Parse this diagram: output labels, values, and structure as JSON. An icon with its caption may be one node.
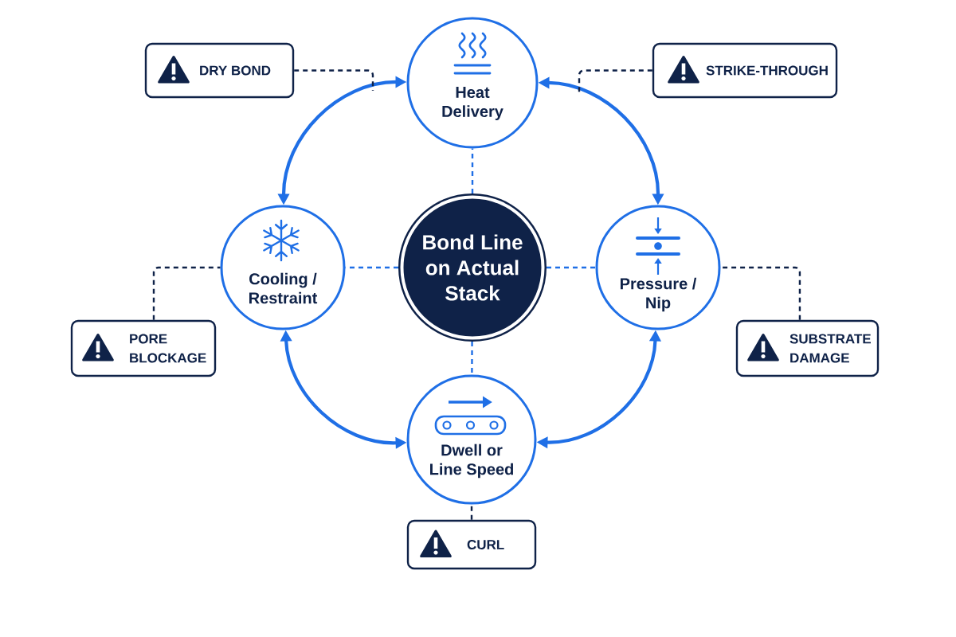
{
  "diagram": {
    "nodes": [
      {
        "text": [
          "DRY BOND"
        ]
      },
      {
        "text": [
          "Heat Delivery"
        ]
      },
      {
        "text": [
          "STRIKE-THROUGH"
        ]
      },
      {
        "text": [
          "Cooling / Restraint"
        ]
      },
      {
        "text": [
          "Bond Line on Actual Stack"
        ]
      },
      {
        "text": [
          "Pressure / Nip"
        ]
      },
      {
        "text": [
          "PORE BLOCKAGE"
        ]
      },
      {
        "text": [
          "SUBSTRATE DAMAGE"
        ]
      },
      {
        "text": [
          "Dwell or Line Speed"
        ]
      },
      {
        "text": [
          "CURL"
        ]
      }
    ],
    "edges": [
      {
        "from": 3,
        "to": 1,
        "arrow": "both"
      },
      {
        "from": 1,
        "to": 5,
        "arrow": "both"
      },
      {
        "from": 5,
        "to": 8,
        "arrow": "both"
      },
      {
        "from": 8,
        "to": 3,
        "arrow": "both"
      },
      {
        "from": 4,
        "to": 1,
        "arrow": "none",
        "style": "dashed"
      },
      {
        "from": 4,
        "to": 3,
        "arrow": "none",
        "style": "dashed"
      },
      {
        "from": 4,
        "to": 5,
        "arrow": "none",
        "style": "dashed"
      },
      {
        "from": 4,
        "to": 8,
        "arrow": "none",
        "style": "dashed"
      },
      {
        "from": 0,
        "to": null,
        "arrow": "none",
        "style": "dashed",
        "color": "#0f2248"
      },
      {
        "from": 2,
        "to": null,
        "arrow": "none",
        "style": "dashed",
        "color": "#0f2248"
      },
      {
        "from": 6,
        "to": 3,
        "arrow": "none",
        "style": "dashed",
        "color": "#0f2248"
      },
      {
        "from": 7,
        "to": 5,
        "arrow": "none",
        "style": "dashed",
        "color": "#0f2248"
      },
      {
        "from": 9,
        "to": 8,
        "arrow": "none",
        "style": "dashed",
        "color": "#0f2248"
      }
    ]
  }
}
